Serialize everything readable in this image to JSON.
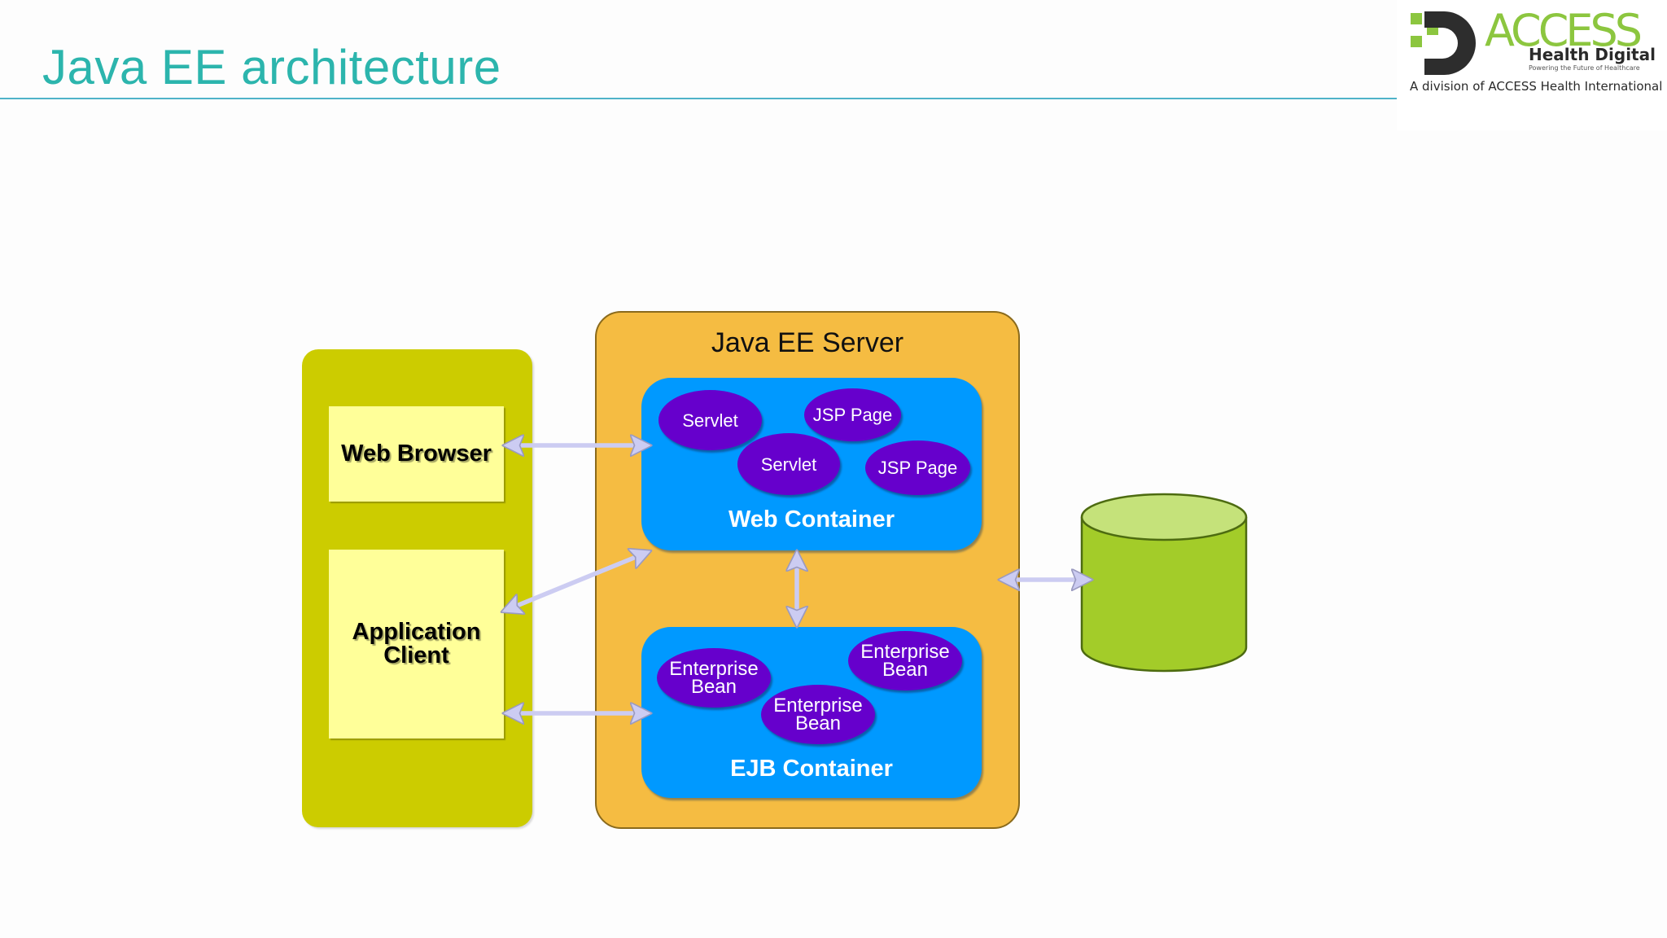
{
  "slide": {
    "title": "Java EE architecture",
    "accent_color": "#2cb5ad"
  },
  "logo": {
    "brand": "ACCESS",
    "subtitle": "Health Digital",
    "tagline": "Powering the Future of Healthcare",
    "division": "A division of ACCESS Health International"
  },
  "diagram": {
    "client_tier": {
      "web_browser": "Web Browser",
      "application_client": [
        "Application",
        "Client"
      ]
    },
    "server": {
      "label": "Java EE Server",
      "web_container": {
        "label": "Web Container",
        "components": [
          "Servlet",
          "JSP Page",
          "Servlet",
          "JSP Page"
        ]
      },
      "ejb_container": {
        "label": "EJB Container",
        "components": [
          [
            "Enterprise",
            "Bean"
          ],
          [
            "Enterprise",
            "Bean"
          ],
          [
            "Enterprise",
            "Bean"
          ]
        ]
      }
    },
    "database": {
      "label": ""
    },
    "connections": [
      {
        "from": "Web Browser",
        "to": "Web Container",
        "bidirectional": true
      },
      {
        "from": "Application Client",
        "to": "Web Container",
        "bidirectional": true
      },
      {
        "from": "Application Client",
        "to": "EJB Container",
        "bidirectional": true
      },
      {
        "from": "Web Container",
        "to": "EJB Container",
        "bidirectional": true
      },
      {
        "from": "Java EE Server",
        "to": "Database",
        "bidirectional": true
      }
    ],
    "colors": {
      "client_tier": "#cccc00",
      "client_box": "#ffff99",
      "server": "#f5bc42",
      "container": "#0099ff",
      "component": "#6600cc",
      "database": "#a3cc29",
      "arrow": "#ccccf2"
    }
  }
}
